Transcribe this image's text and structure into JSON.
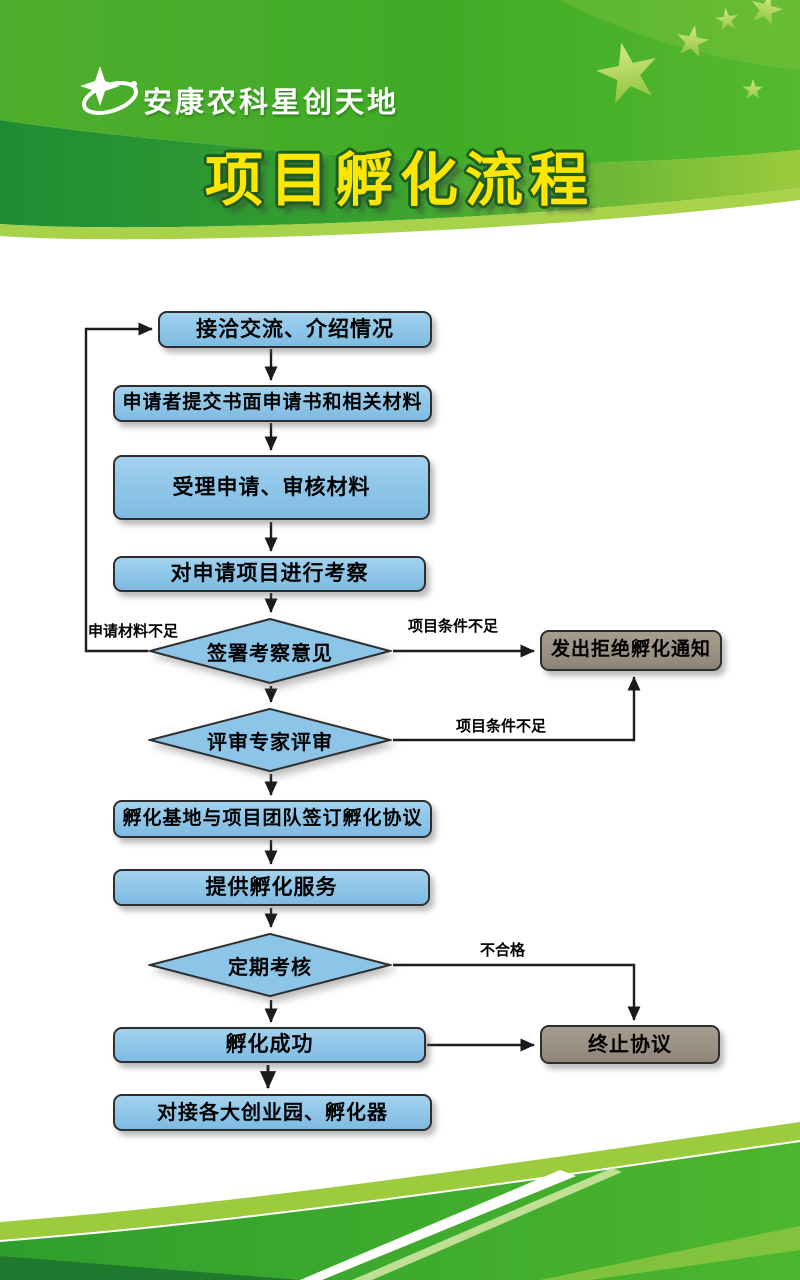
{
  "header": {
    "org_name": "安康农科星创天地",
    "title": "项目孵化流程"
  },
  "flow": {
    "boxes": [
      {
        "label": "接洽交流、介绍情况"
      },
      {
        "label": "申请者提交书面申请书和相关材料"
      },
      {
        "label": "受理申请、审核材料"
      },
      {
        "label": "对申请项目进行考察"
      },
      {
        "label": "孵化基地与项目团队签订孵化协议"
      },
      {
        "label": "提供孵化服务"
      },
      {
        "label": "孵化成功"
      },
      {
        "label": "对接各大创业园、孵化器"
      }
    ],
    "diamonds": [
      {
        "label": "签署考察意见"
      },
      {
        "label": "评审专家评审"
      },
      {
        "label": "定期考核"
      }
    ],
    "terminals": [
      {
        "label": "发出拒绝孵化通知"
      },
      {
        "label": "终止协议"
      }
    ],
    "edge_labels": [
      {
        "text": "申请材料不足"
      },
      {
        "text": "项目条件不足"
      },
      {
        "text": "项目条件不足"
      },
      {
        "text": "不合格"
      }
    ]
  },
  "colors": {
    "process_fill": "#8DC5E8",
    "terminal_fill": "#9B9184",
    "banner_green": "#3FAB27",
    "title_yellow": "#FFE600"
  }
}
